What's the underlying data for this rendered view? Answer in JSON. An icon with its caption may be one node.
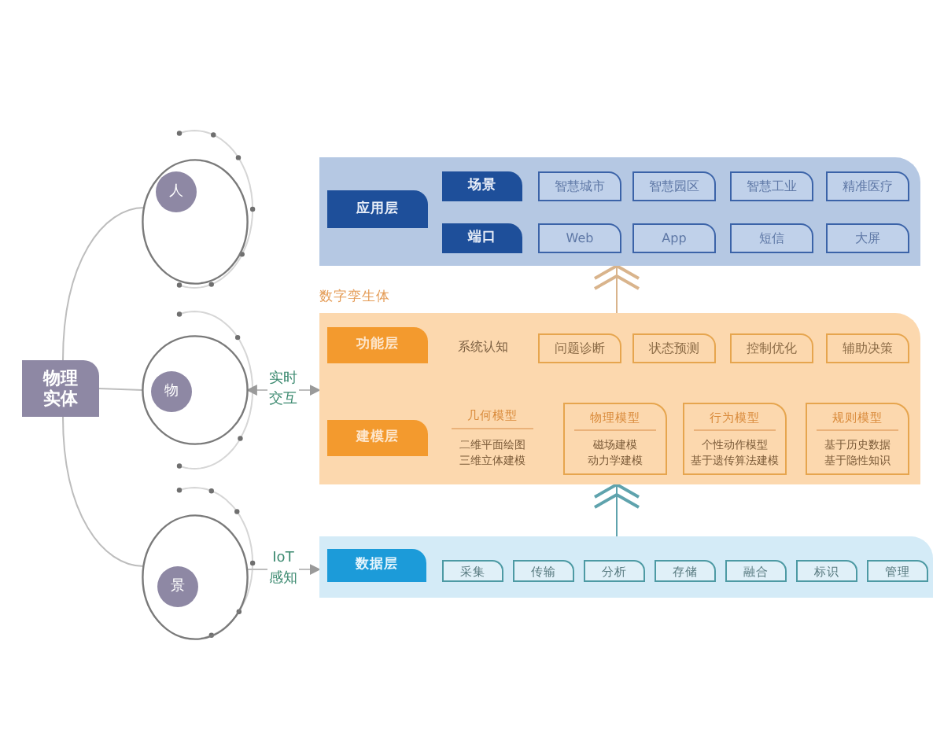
{
  "diagram": {
    "nodes": [
      {
        "text": [
          "物理实体"
        ]
      },
      {
        "text": [],
        "shape": "circle"
      },
      {
        "text": [
          "人"
        ],
        "in": 1
      },
      {
        "text": [],
        "shape": "circle"
      },
      {
        "text": [
          "物"
        ],
        "in": 3
      },
      {
        "text": [],
        "shape": "circle"
      },
      {
        "text": [
          "景"
        ],
        "in": 5
      },
      {
        "text": [],
        "shape": "box"
      },
      {
        "text": [
          "应用层"
        ],
        "in": 7
      },
      {
        "text": [
          "场景"
        ],
        "in": 7
      },
      {
        "text": [
          "智慧城市"
        ],
        "in": 7
      },
      {
        "text": [
          "智慧园区"
        ],
        "in": 7
      },
      {
        "text": [
          "智慧工业"
        ],
        "in": 7
      },
      {
        "text": [
          "精准医疗"
        ],
        "in": 7
      },
      {
        "text": [
          "端口"
        ],
        "in": 7
      },
      {
        "text": [
          "Web"
        ],
        "in": 7
      },
      {
        "text": [
          "App"
        ],
        "in": 7
      },
      {
        "text": [
          "短信"
        ],
        "in": 7
      },
      {
        "text": [
          "大屏"
        ],
        "in": 7
      },
      {
        "text": [
          "数字孪生体"
        ]
      },
      {
        "text": [
          "功能层"
        ],
        "in": 19
      },
      {
        "text": [
          "问题诊断"
        ],
        "in": 19
      },
      {
        "text": [
          "状态预测"
        ],
        "in": 19
      },
      {
        "text": [
          "控制优化"
        ],
        "in": 19
      },
      {
        "text": [
          "辅助决策"
        ],
        "in": 19
      },
      {
        "text": [
          "建模层"
        ],
        "in": 19
      },
      {
        "text": [
          "物理模型",
          "磁场建模",
          "动力学建模"
        ],
        "in": 19
      },
      {
        "text": [
          "行为模型",
          "个性动作模型",
          "基于遗传算法建模"
        ],
        "in": 19
      },
      {
        "text": [
          "规则模型",
          "基于历史数据",
          "基于隐性知识"
        ],
        "in": 19
      },
      {
        "text": [],
        "shape": "box"
      },
      {
        "text": [
          "数据层"
        ],
        "in": 29
      },
      {
        "text": [
          "采集"
        ],
        "in": 29
      },
      {
        "text": [
          "传输"
        ],
        "in": 29
      },
      {
        "text": [
          "分析"
        ],
        "in": 29
      },
      {
        "text": [
          "存储"
        ],
        "in": 29
      },
      {
        "text": [
          "融合"
        ],
        "in": 29
      },
      {
        "text": [
          "标识"
        ],
        "in": 29
      },
      {
        "text": [
          "管理"
        ],
        "in": 29
      }
    ],
    "edges": [
      {
        "from": 0,
        "to": 1,
        "arrow": "none"
      },
      {
        "from": 0,
        "to": 3,
        "arrow": "none"
      },
      {
        "from": 0,
        "to": 5,
        "arrow": "none"
      },
      {
        "from": 3,
        "to": 19,
        "arrow": "both",
        "label": "实时交互"
      },
      {
        "from": 5,
        "to": 29,
        "arrow": "to",
        "label": "IoT感知"
      },
      {
        "from": 19,
        "to": 7,
        "arrow": "to",
        "color": "#d9b48c"
      },
      {
        "from": 29,
        "to": 19,
        "arrow": "to",
        "color": "#5fa3ad"
      }
    ],
    "labels": [
      "系统认知",
      "几何模型",
      "二维平面绘图",
      "三维立体建模"
    ]
  }
}
